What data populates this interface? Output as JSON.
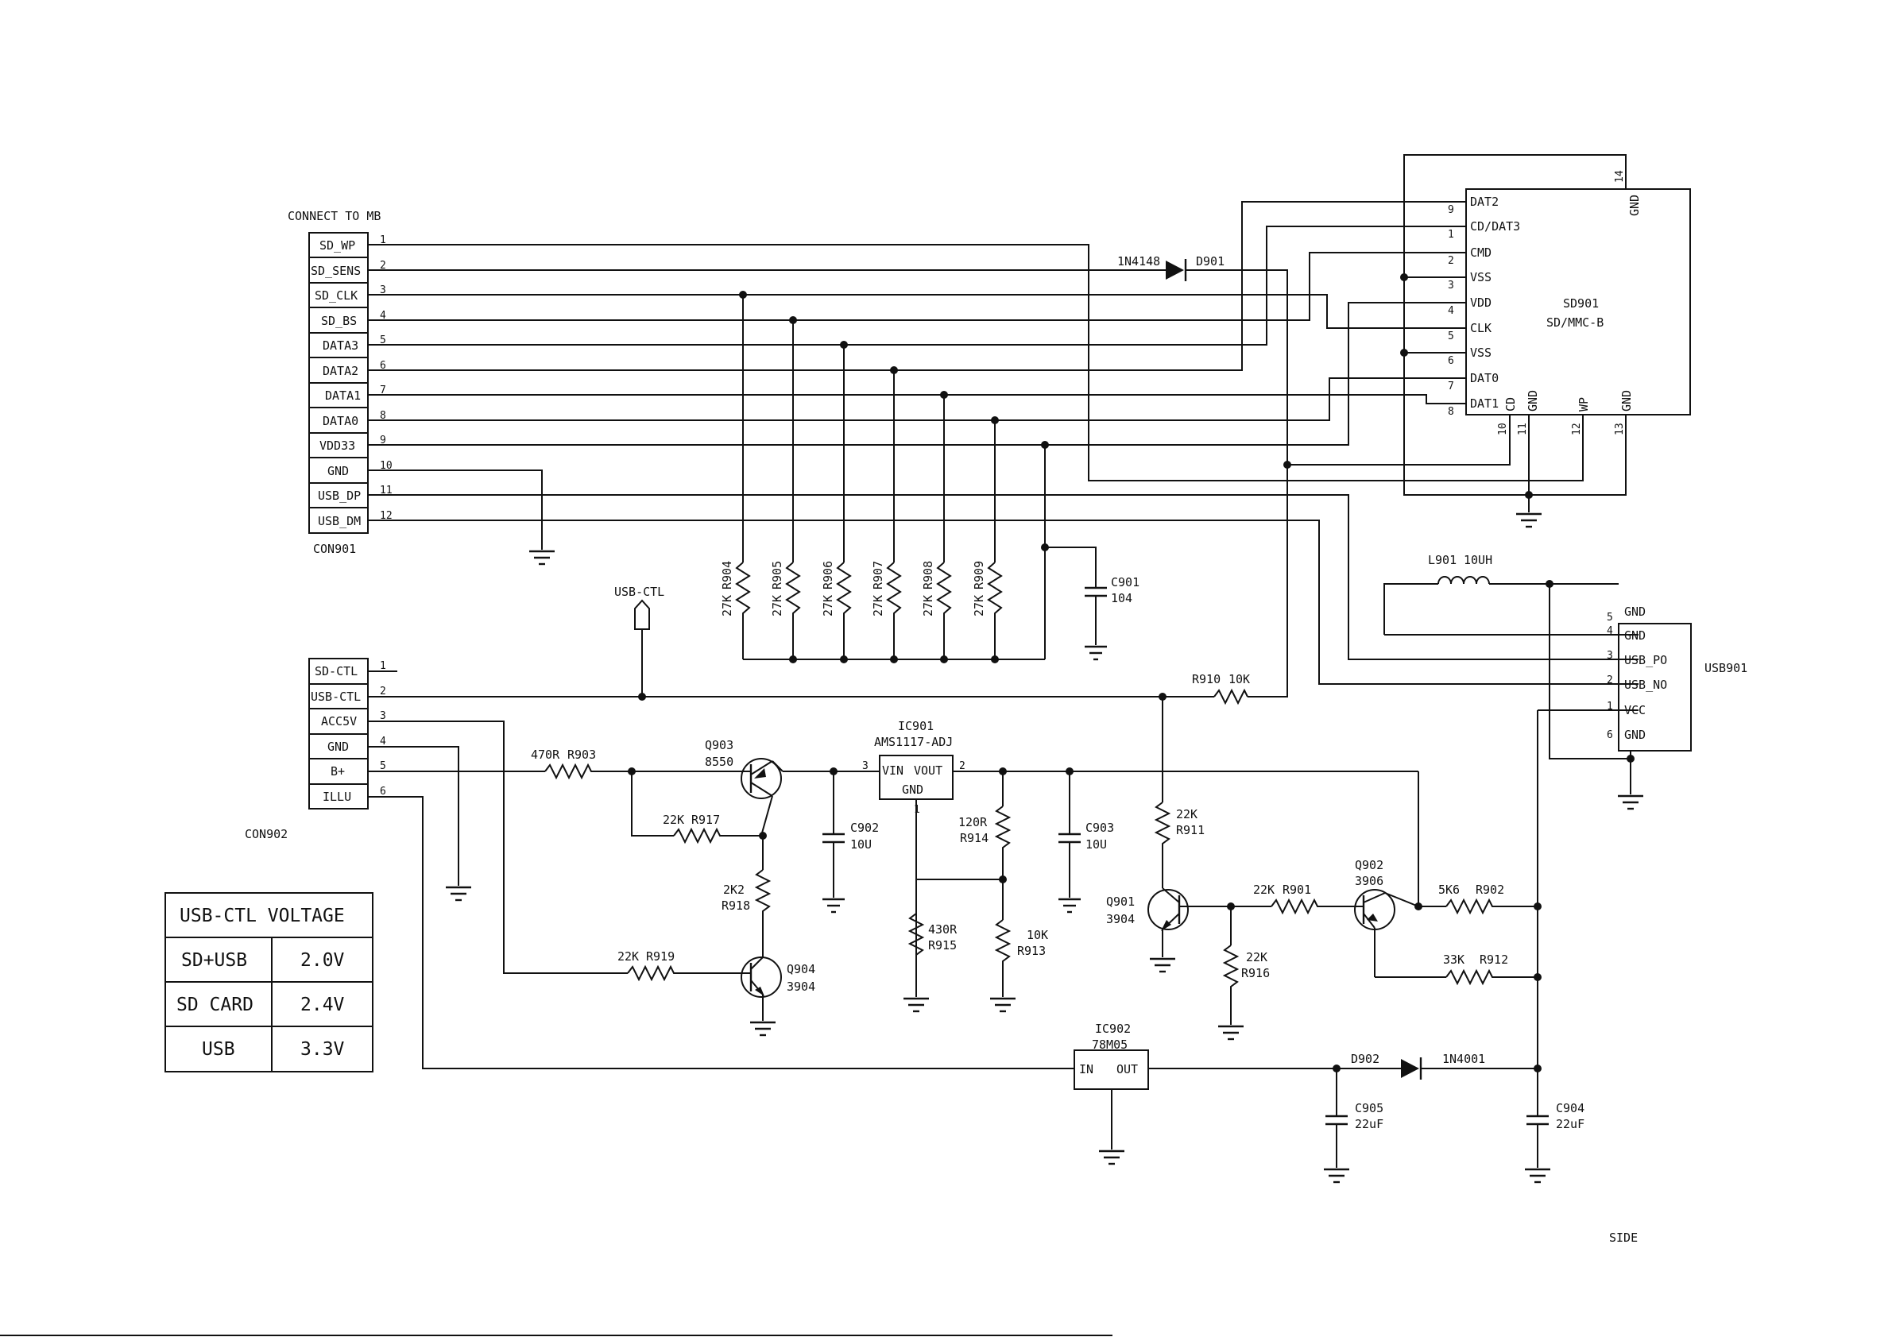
{
  "title": {
    "connect_to_mb": "CONNECT TO MB",
    "side": "SIDE"
  },
  "con901": {
    "name": "CON901",
    "pins": [
      {
        "num": "1",
        "label": "SD_WP"
      },
      {
        "num": "2",
        "label": "SD_SENS"
      },
      {
        "num": "3",
        "label": "SD_CLK"
      },
      {
        "num": "4",
        "label": "SD_BS"
      },
      {
        "num": "5",
        "label": "DATA3"
      },
      {
        "num": "6",
        "label": "DATA2"
      },
      {
        "num": "7",
        "label": "DATA1"
      },
      {
        "num": "8",
        "label": "DATA0"
      },
      {
        "num": "9",
        "label": "VDD33"
      },
      {
        "num": "10",
        "label": "GND"
      },
      {
        "num": "11",
        "label": "USB_DP"
      },
      {
        "num": "12",
        "label": "USB_DM"
      }
    ]
  },
  "con902": {
    "name": "CON902",
    "pins": [
      {
        "num": "1",
        "label": "SD-CTL"
      },
      {
        "num": "2",
        "label": "USB-CTL"
      },
      {
        "num": "3",
        "label": "ACC5V"
      },
      {
        "num": "4",
        "label": "GND"
      },
      {
        "num": "5",
        "label": "B+"
      },
      {
        "num": "6",
        "label": "ILLU"
      }
    ]
  },
  "sd901": {
    "name": "SD901",
    "type": "SD/MMC-B",
    "left_pins": [
      {
        "num": "9",
        "label": "DAT2"
      },
      {
        "num": "1",
        "label": "CD/DAT3"
      },
      {
        "num": "2",
        "label": "CMD"
      },
      {
        "num": "3",
        "label": "VSS"
      },
      {
        "num": "4",
        "label": "VDD"
      },
      {
        "num": "5",
        "label": "CLK"
      },
      {
        "num": "6",
        "label": "VSS"
      },
      {
        "num": "7",
        "label": "DAT0"
      },
      {
        "num": "8",
        "label": "DAT1"
      }
    ],
    "bottom_pins": [
      {
        "num": "10",
        "label": "CD"
      },
      {
        "num": "11",
        "label": "GND"
      },
      {
        "num": "12",
        "label": "WP"
      },
      {
        "num": "13",
        "label": "GND"
      }
    ],
    "top_pin": {
      "num": "14",
      "label": "GND"
    }
  },
  "usb901": {
    "name": "USB901",
    "pins": [
      {
        "num": "5",
        "label": "GND"
      },
      {
        "num": "4",
        "label": "GND"
      },
      {
        "num": "3",
        "label": "USB_PO"
      },
      {
        "num": "2",
        "label": "USB_NO"
      },
      {
        "num": "1",
        "label": "VCC"
      },
      {
        "num": "6",
        "label": "GND"
      }
    ]
  },
  "pullups": [
    {
      "ref": "R904",
      "value": "27K"
    },
    {
      "ref": "R905",
      "value": "27K"
    },
    {
      "ref": "R906",
      "value": "27K"
    },
    {
      "ref": "R907",
      "value": "27K"
    },
    {
      "ref": "R908",
      "value": "27K"
    },
    {
      "ref": "R909",
      "value": "27K"
    }
  ],
  "components": {
    "d901": {
      "ref": "D901",
      "part": "1N4148"
    },
    "c901": {
      "ref": "C901",
      "value": "104"
    },
    "l901": {
      "ref": "L901",
      "value": "10UH"
    },
    "usb_ctl_port": "USB-CTL",
    "r910": {
      "ref": "R910",
      "value": "10K"
    },
    "ic901": {
      "ref": "IC901",
      "part": "AMS1117-ADJ",
      "vin": "VIN",
      "vout": "VOUT",
      "gnd": "GND",
      "pin_in": "3",
      "pin_out": "2",
      "pin_gnd": "1"
    },
    "r903": {
      "ref": "R903",
      "value": "470R"
    },
    "q903": {
      "ref": "Q903",
      "part": "8550"
    },
    "r917": {
      "ref": "R917",
      "value": "22K"
    },
    "r918": {
      "ref": "R918",
      "value": "2K2"
    },
    "r919": {
      "ref": "R919",
      "value": "22K"
    },
    "q904": {
      "ref": "Q904",
      "part": "3904"
    },
    "c902": {
      "ref": "C902",
      "value": "10U"
    },
    "r914": {
      "ref": "R914",
      "value": "120R"
    },
    "r915": {
      "ref": "R915",
      "value": "430R"
    },
    "r913": {
      "ref": "R913",
      "value": "10K"
    },
    "c903": {
      "ref": "C903",
      "value": "10U"
    },
    "r911": {
      "ref": "R911",
      "value": "22K"
    },
    "q901": {
      "ref": "Q901",
      "part": "3904"
    },
    "r901": {
      "ref": "R901",
      "value": "22K"
    },
    "r916": {
      "ref": "R916",
      "value": "22K"
    },
    "q902": {
      "ref": "Q902",
      "part": "3906"
    },
    "r902": {
      "ref": "R902",
      "value": "5K6"
    },
    "r912": {
      "ref": "R912",
      "value": "33K"
    },
    "ic902": {
      "ref": "IC902",
      "part": "78M05",
      "in": "IN",
      "out": "OUT"
    },
    "d902": {
      "ref": "D902",
      "part": "1N4001"
    },
    "c905": {
      "ref": "C905",
      "value": "22uF"
    },
    "c904": {
      "ref": "C904",
      "value": "22uF"
    }
  },
  "voltage_table": {
    "header": "USB-CTL VOLTAGE",
    "rows": [
      {
        "mode": "SD+USB",
        "voltage": "2.0V"
      },
      {
        "mode": "SD CARD",
        "voltage": "2.4V"
      },
      {
        "mode": "USB",
        "voltage": "3.3V"
      }
    ]
  }
}
